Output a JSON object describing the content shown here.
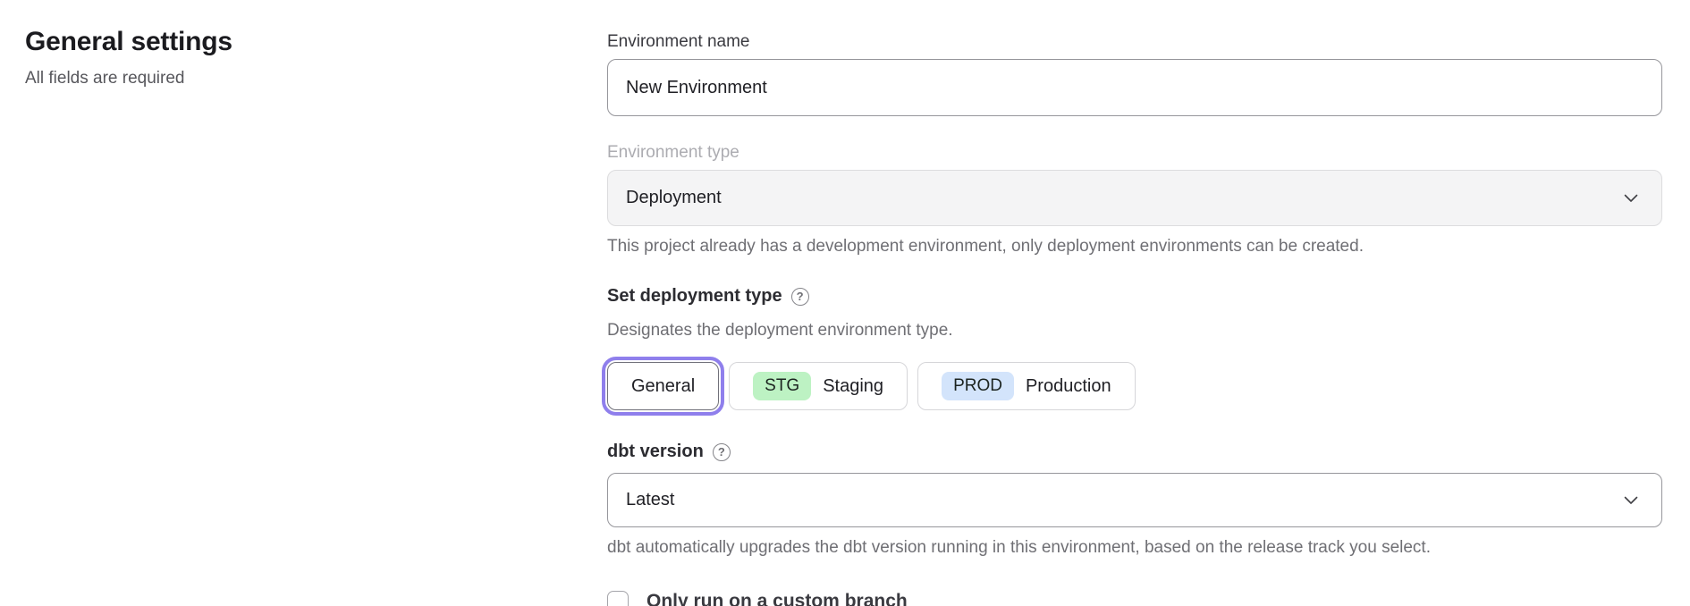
{
  "page": {
    "title": "General settings",
    "subtitle": "All fields are required"
  },
  "form": {
    "environment_name": {
      "label": "Environment name",
      "value": "New Environment"
    },
    "environment_type": {
      "label": "Environment type",
      "value": "Deployment",
      "helper": "This project already has a development environment, only deployment environments can be created."
    },
    "deployment_type": {
      "label": "Set deployment type",
      "help_icon": "?",
      "description": "Designates the deployment environment type.",
      "options": [
        {
          "label": "General",
          "selected": true
        },
        {
          "badge": "STG",
          "label": "Staging",
          "badge_color": "#bdf2c3",
          "selected": false
        },
        {
          "badge": "PROD",
          "label": "Production",
          "badge_color": "#d3e4fb",
          "selected": false
        }
      ]
    },
    "dbt_version": {
      "label": "dbt version",
      "help_icon": "?",
      "value": "Latest",
      "helper": "dbt automatically upgrades the dbt version running in this environment, based on the release track you select."
    },
    "custom_branch": {
      "label": "Only run on a custom branch",
      "checked": false
    }
  },
  "colors": {
    "accent_ring": "#8f7fec",
    "staging_badge": "#bdf2c3",
    "production_badge": "#d3e4fb",
    "disabled_field_bg": "#f4f4f5",
    "helper_text": "#6f6f74"
  }
}
